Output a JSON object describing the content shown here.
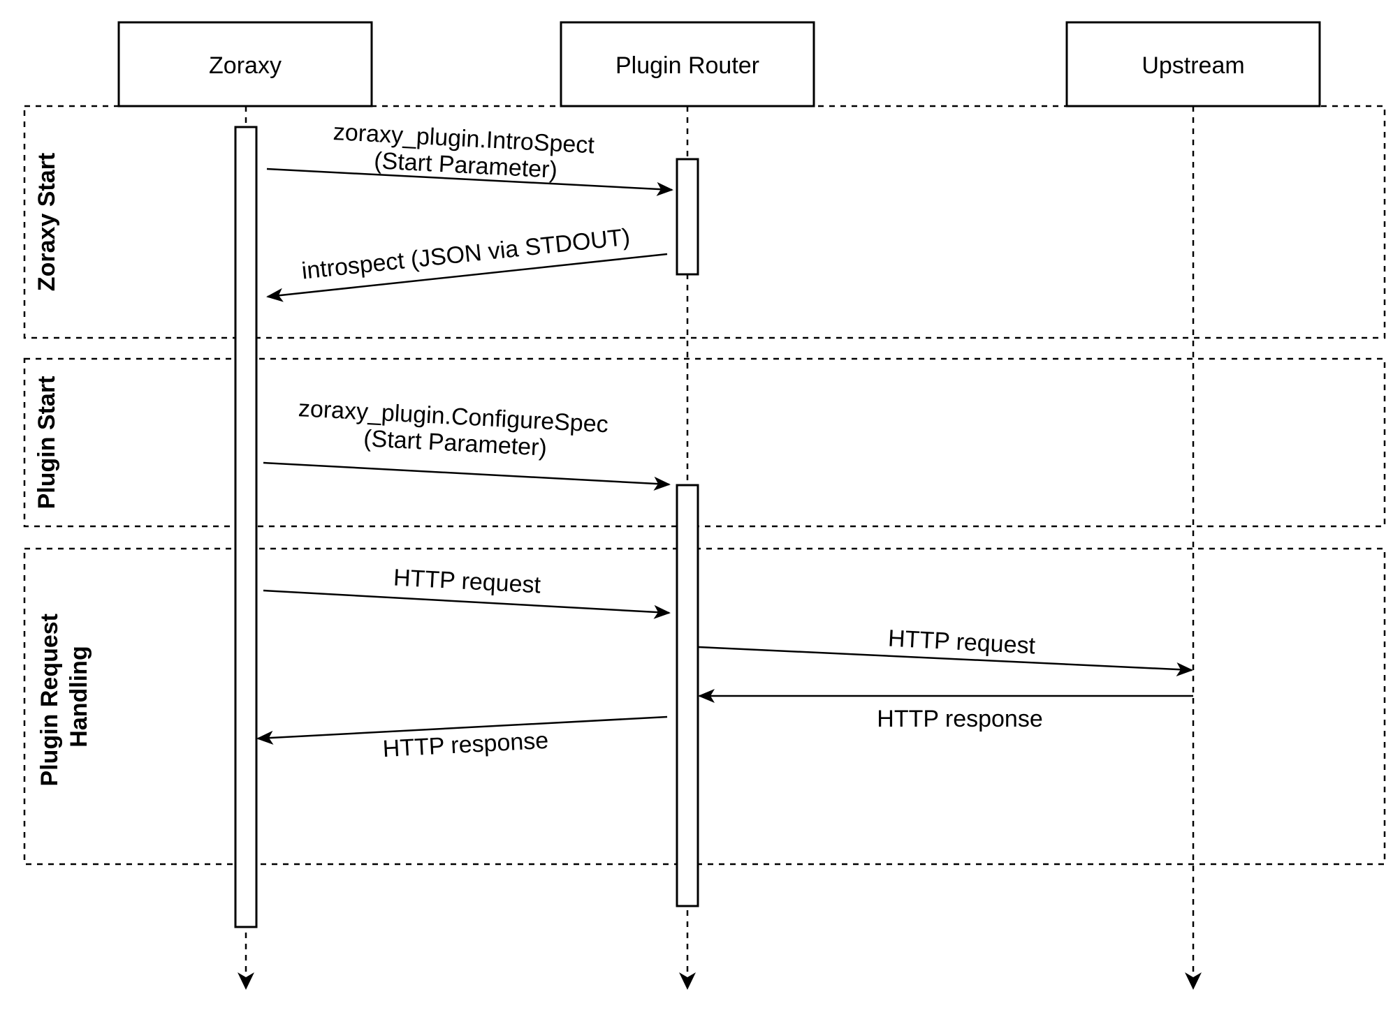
{
  "participants": [
    {
      "label": "Zoraxy"
    },
    {
      "label": "Plugin Router"
    },
    {
      "label": "Upstream"
    }
  ],
  "groups": [
    {
      "lines": [
        "Zoraxy Start"
      ]
    },
    {
      "lines": [
        "Plugin Start"
      ]
    },
    {
      "lines": [
        "Plugin Request",
        "Handling"
      ]
    }
  ],
  "messages": [
    {
      "lines": [
        "zoraxy_plugin.IntroSpect",
        "(Start Parameter)"
      ]
    },
    {
      "lines": [
        "introspect (JSON via STDOUT)"
      ]
    },
    {
      "lines": [
        "zoraxy_plugin.ConfigureSpec",
        "(Start Parameter)"
      ]
    },
    {
      "lines": [
        "HTTP request"
      ]
    },
    {
      "lines": [
        "HTTP request"
      ]
    },
    {
      "lines": [
        "HTTP response"
      ]
    },
    {
      "lines": [
        "HTTP response"
      ]
    }
  ],
  "colors": {
    "stroke": "#000000",
    "background": "#ffffff"
  }
}
